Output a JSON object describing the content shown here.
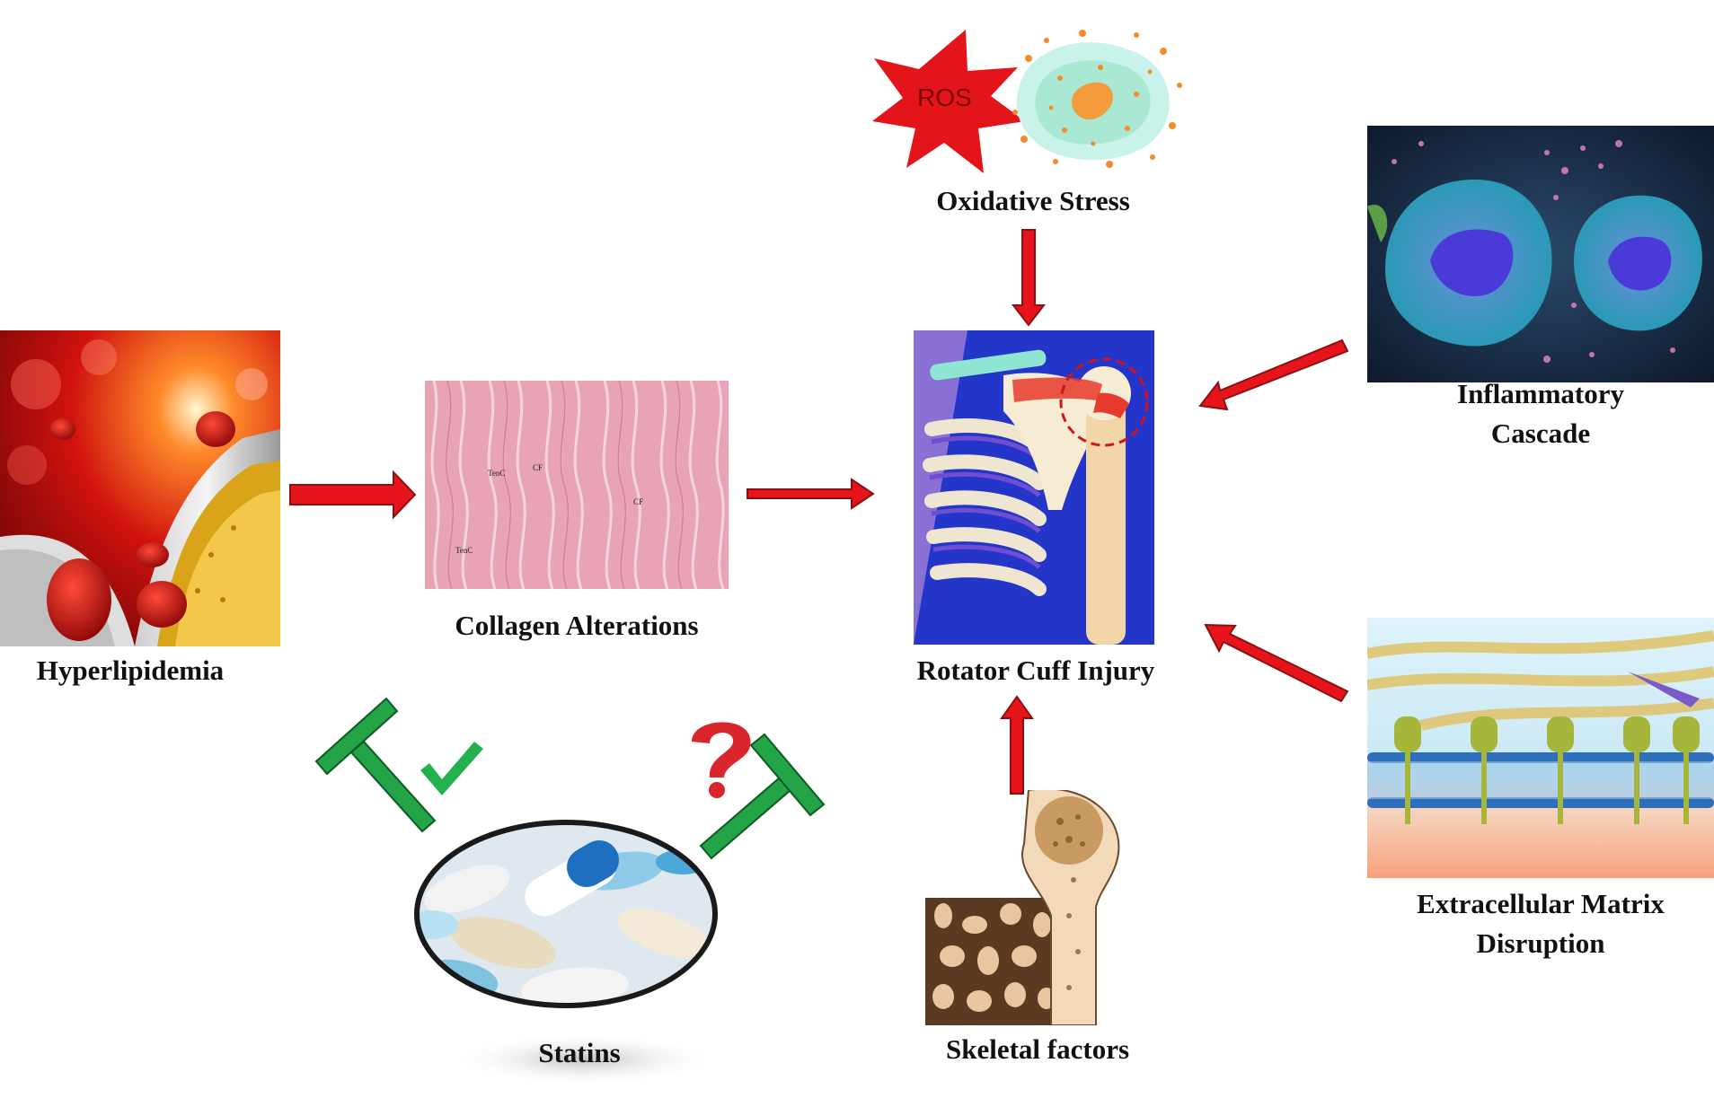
{
  "figure": {
    "nodes": {
      "hyperlipidemia": {
        "label": "Hyperlipidemia"
      },
      "collagen": {
        "label": "Collagen Alterations",
        "micrograph_labels": [
          "TenC",
          "CF",
          "CF",
          "TenC"
        ]
      },
      "rotator_cuff": {
        "label": "Rotator Cuff Injury"
      },
      "oxidative": {
        "label": "Oxidative Stress",
        "burst_text": "ROS"
      },
      "inflammatory": {
        "label_line1": "Inflammatory",
        "label_line2": "Cascade"
      },
      "ecm": {
        "label_line1": "Extracellular Matrix",
        "label_line2": "Disruption"
      },
      "skeletal": {
        "label": "Skeletal factors"
      },
      "statins": {
        "label": "Statins"
      }
    },
    "markers": {
      "effective": "check",
      "uncertain": "question"
    },
    "colors": {
      "arrow": "#e8141b",
      "arrow_outline": "#8a1010",
      "inhibit": "#22a447",
      "inhibit_outline": "#0d5a22",
      "check": "#22b14c",
      "question": "#d9262c"
    }
  }
}
